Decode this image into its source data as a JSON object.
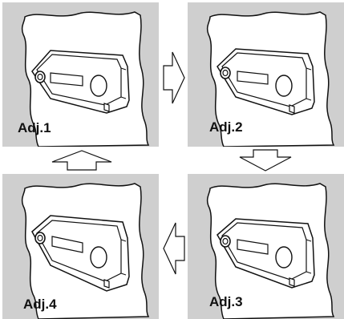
{
  "panels": [
    {
      "label": "Adj.1",
      "position": "top-left"
    },
    {
      "label": "Adj.2",
      "position": "top-right"
    },
    {
      "label": "Adj.3",
      "position": "bottom-right"
    },
    {
      "label": "Adj.4",
      "position": "bottom-left"
    }
  ],
  "arrows": [
    {
      "from": "Adj.1",
      "to": "Adj.2",
      "direction": "right"
    },
    {
      "from": "Adj.2",
      "to": "Adj.3",
      "direction": "down"
    },
    {
      "from": "Adj.3",
      "to": "Adj.4",
      "direction": "left"
    },
    {
      "from": "Adj.4",
      "to": "Adj.1",
      "direction": "up"
    }
  ],
  "colors": {
    "panel_background": "#cfcfcf",
    "line": "#111111",
    "wall": "#ffffff"
  }
}
